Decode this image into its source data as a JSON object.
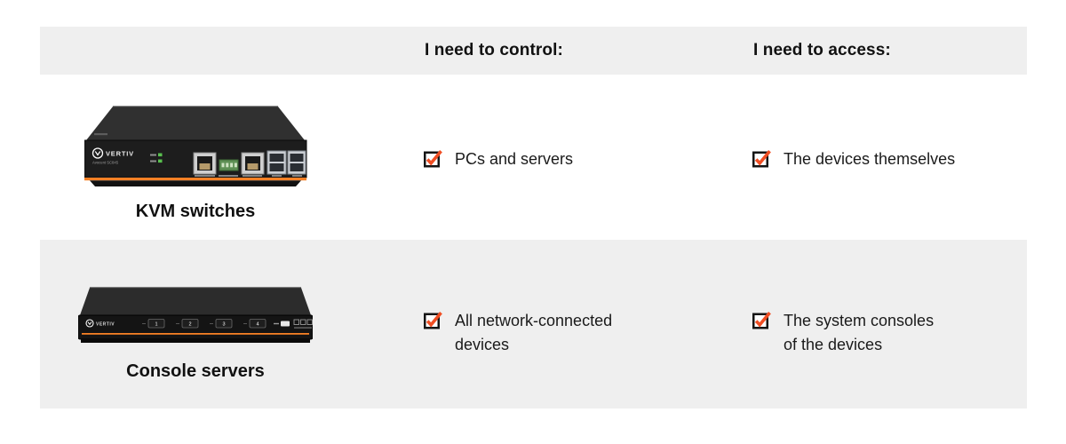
{
  "theme": {
    "band_color": "#efefef",
    "check_color": "#f04e23",
    "accent_orange": "#f58025",
    "text_color": "#1a1a1a"
  },
  "header": {
    "control_label": "I need to control:",
    "access_label": "I need to access:"
  },
  "rows": [
    {
      "product_label": "KVM switches",
      "control": {
        "line1": "PCs and servers",
        "line2": ""
      },
      "access": {
        "line1": "The devices themselves",
        "line2": ""
      }
    },
    {
      "product_label": "Console servers",
      "control": {
        "line1": "All network-connected",
        "line2": "devices"
      },
      "access": {
        "line1": "The system consoles",
        "line2": "of the devices"
      }
    }
  ],
  "devices": {
    "kvm": {
      "brand": "VERTIV",
      "model": "Avocent SC845"
    },
    "console": {
      "brand": "VERTIV",
      "port_buttons": [
        "1",
        "2",
        "3",
        "4"
      ]
    }
  }
}
